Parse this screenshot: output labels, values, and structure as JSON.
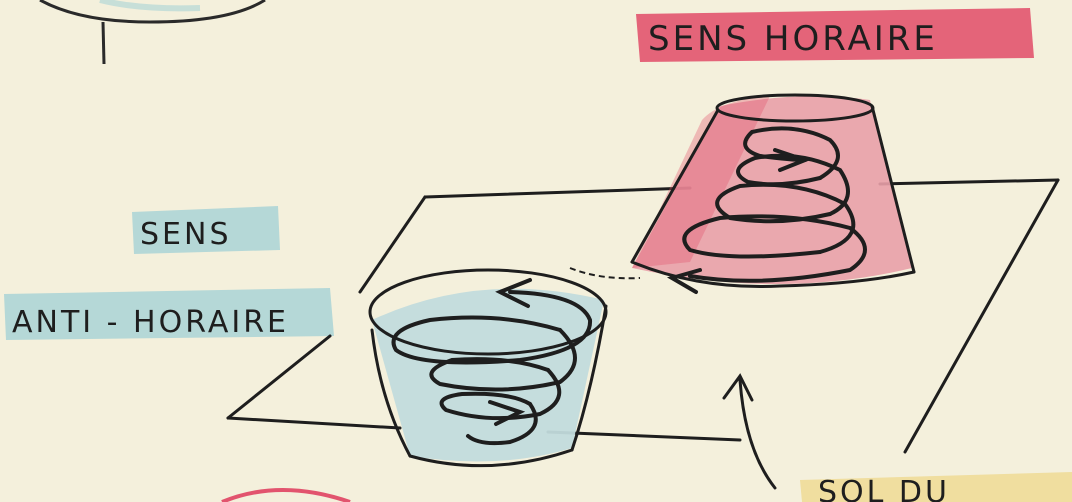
{
  "labels": {
    "clockwise": "SENS    HORAIRE",
    "counter_top": "SENS",
    "counter_bottom": "ANTI - HORAIRE",
    "partial": "SOL   DU"
  },
  "colors": {
    "paper": "#f4f0dc",
    "ink": "#1e1e1e",
    "red_wash": "#e2546e",
    "red_cone": "#e9a0a8",
    "blue_wash": "#a9d3d6",
    "blue_cone": "#c2dbdc",
    "yellow_wash": "#f0dc98"
  }
}
